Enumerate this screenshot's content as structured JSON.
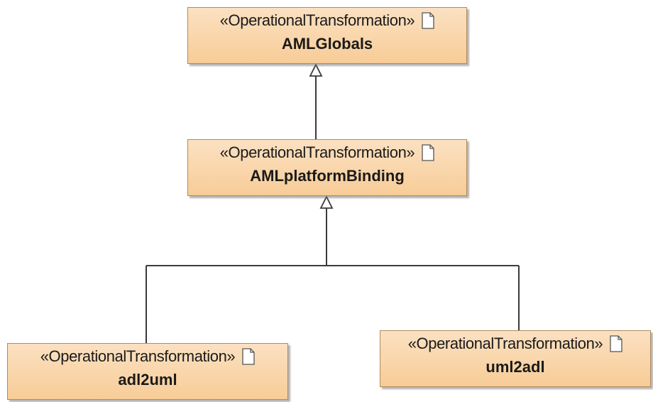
{
  "diagram": {
    "classes": [
      {
        "id": "aml-globals",
        "stereotype": "«OperationalTransformation»",
        "name": "AMLGlobals",
        "icon": "document-icon"
      },
      {
        "id": "aml-platform-binding",
        "stereotype": "«OperationalTransformation»",
        "name": "AMLplatformBinding",
        "icon": "document-icon"
      },
      {
        "id": "adl2uml",
        "stereotype": "«OperationalTransformation»",
        "name": "adl2uml",
        "icon": "document-icon"
      },
      {
        "id": "uml2adl",
        "stereotype": "«OperationalTransformation»",
        "name": "uml2adl",
        "icon": "document-icon"
      }
    ],
    "generalizations": [
      {
        "from": "AMLplatformBinding",
        "to": "AMLGlobals"
      },
      {
        "from": "adl2uml",
        "to": "AMLplatformBinding"
      },
      {
        "from": "uml2adl",
        "to": "AMLplatformBinding"
      }
    ],
    "colors": {
      "box_fill_top": "#fbe1c2",
      "box_fill_bottom": "#f8cc97",
      "box_border": "#b08a5e",
      "line": "#3a3a3a"
    }
  }
}
